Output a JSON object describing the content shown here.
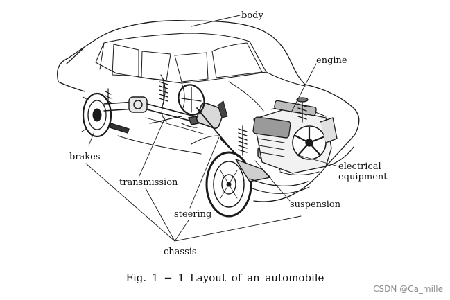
{
  "labels": {
    "body": "body",
    "engine": "engine",
    "electrical_equipment": "electrical\nequipment",
    "brakes": "brakes",
    "transmission": "transmission",
    "suspension": "suspension",
    "steering": "steering",
    "chassis": "chassis"
  },
  "caption": "Fig. 1 − 1   Layout of an automobile",
  "watermark": "CSDN @Ca_mille"
}
